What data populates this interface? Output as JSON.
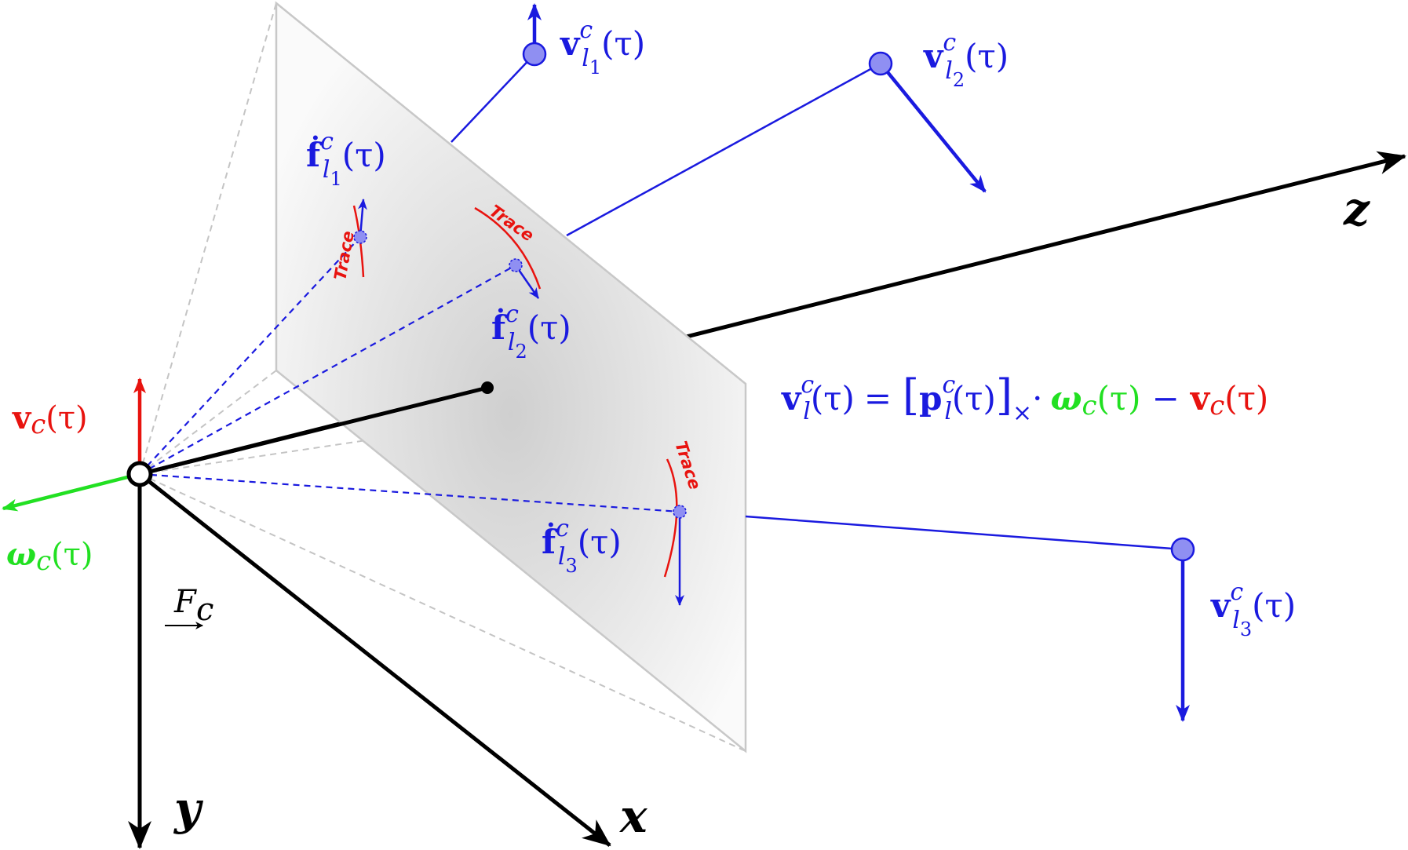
{
  "colors": {
    "blue": "#1a1adf",
    "red": "#e8130f",
    "green": "#22e022",
    "black": "#000000",
    "plane_edge": "#c8c8c8",
    "frustum": "#c4c4c4",
    "point_fill": "#8f8ff2"
  },
  "axes": {
    "x_label": "x",
    "y_label": "y",
    "z_label": "z"
  },
  "frame": {
    "label": "F",
    "sub": "c"
  },
  "camera": {
    "v_base": "v",
    "v_sub": "c",
    "v_arg": "(τ)",
    "w_base": "ω",
    "w_sub": "c",
    "w_arg": "(τ)"
  },
  "landmarks": [
    {
      "v_base": "v",
      "v_sup": "c",
      "v_sub": "l",
      "v_subsub": "1",
      "v_arg": "(τ)",
      "f_base": "ḟ",
      "f_sup": "c",
      "f_sub": "l",
      "f_subsub": "1",
      "f_arg": "(τ)"
    },
    {
      "v_base": "v",
      "v_sup": "c",
      "v_sub": "l",
      "v_subsub": "2",
      "v_arg": "(τ)",
      "f_base": "ḟ",
      "f_sup": "c",
      "f_sub": "l",
      "f_subsub": "2",
      "f_arg": "(τ)"
    },
    {
      "v_base": "v",
      "v_sup": "c",
      "v_sub": "l",
      "v_subsub": "3",
      "v_arg": "(τ)",
      "f_base": "ḟ",
      "f_sup": "c",
      "f_sub": "l",
      "f_subsub": "3",
      "f_arg": "(τ)"
    }
  ],
  "trace_label": "Trace",
  "equation": {
    "lhs_base": "v",
    "lhs_sup": "c",
    "lhs_sub": "l",
    "lhs_arg": "(τ)",
    "eq": "=",
    "lbr": "[",
    "p_base": "p",
    "p_sup": "c",
    "p_sub": "l",
    "p_arg": "(τ)",
    "rbr": "]",
    "cross": "×",
    "dot": "·",
    "w_base": "ω",
    "w_sub": "c",
    "w_arg": "(τ)",
    "minus": "−",
    "v_base": "v",
    "v_sub": "c",
    "v_arg": "(τ)"
  }
}
